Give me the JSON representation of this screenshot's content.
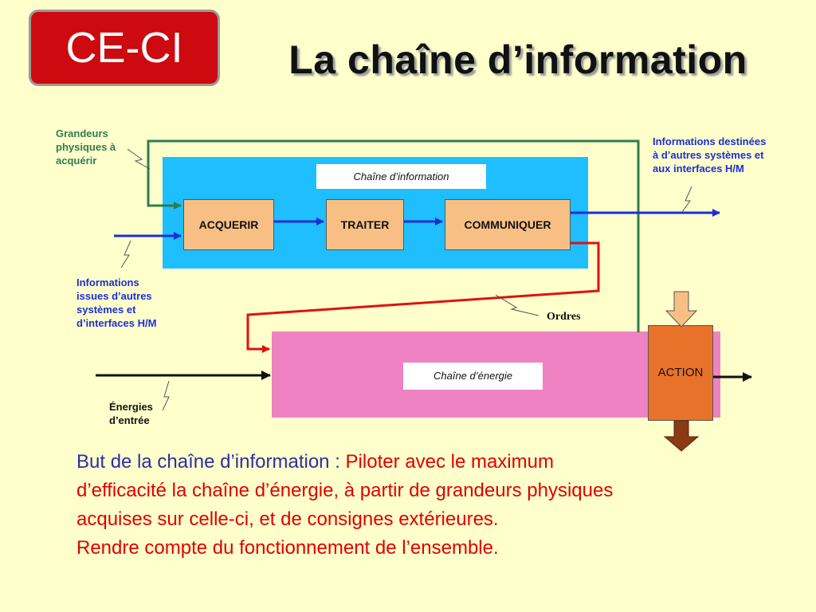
{
  "header": {
    "badge": "CE-CI",
    "title": "La chaîne d’information"
  },
  "diagram": {
    "labels": {
      "grandeurs": [
        "Grandeurs",
        "physiques à",
        "acquérir"
      ],
      "infos_issues": [
        "Informations",
        "issues d’autres",
        "systèmes et",
        "d’interfaces H/M"
      ],
      "infos_destinees": [
        "Informations destinées",
        "à d’autres systèmes et",
        "aux interfaces H/M"
      ],
      "energies": [
        "Énergies",
        "d’entrée"
      ],
      "ordres": "Ordres"
    },
    "chaine_information": "Chaîne d’information",
    "chaine_energie": "Chaîne d’énergie",
    "blocks": {
      "acquerir": "ACQUERIR",
      "traiter": "TRAITER",
      "communiquer": "COMMUNIQUER",
      "action": "ACTION"
    }
  },
  "description": {
    "intro": "But de la chaîne d’information : ",
    "line1": "Piloter avec le maximum",
    "line2": "d’efficacité la chaîne d’énergie, à partir de grandeurs physiques",
    "line3": "acquises sur celle-ci, et de consignes extérieures.",
    "line4": "Rendre compte du fonctionnement de l’ensemble."
  },
  "colors": {
    "background": "#ffffcc",
    "badge": "#cc0a0f",
    "info_zone": "#1fbfff",
    "energy_zone": "#ee82c3",
    "block": "#f8bf85",
    "action": "#e8722a",
    "signal_blue": "#1a2fd6",
    "signal_green": "#2e7d4f",
    "order_red": "#dd1111"
  }
}
